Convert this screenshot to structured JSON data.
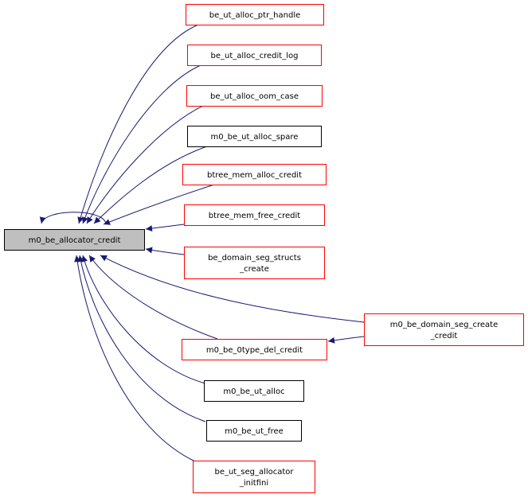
{
  "diagram": {
    "type": "call-graph",
    "edge_color": "#191970",
    "colors": {
      "focus_fill": "#bfbfbf",
      "focus_border": "#000000",
      "normal_border": "#000000",
      "highlight_border": "#ff0000",
      "node_fill": "#ffffff"
    },
    "focus_node": "m0_be_allocator_credit",
    "nodes": [
      {
        "id": "m0_be_allocator_credit",
        "lines": [
          "m0_be_allocator_credit"
        ],
        "style": "focus"
      },
      {
        "id": "be_ut_alloc_ptr_handle",
        "lines": [
          "be_ut_alloc_ptr_handle"
        ],
        "style": "highlight"
      },
      {
        "id": "be_ut_alloc_credit_log",
        "lines": [
          "be_ut_alloc_credit_log"
        ],
        "style": "highlight"
      },
      {
        "id": "be_ut_alloc_oom_case",
        "lines": [
          "be_ut_alloc_oom_case"
        ],
        "style": "highlight"
      },
      {
        "id": "m0_be_ut_alloc_spare",
        "lines": [
          "m0_be_ut_alloc_spare"
        ],
        "style": "normal"
      },
      {
        "id": "btree_mem_alloc_credit",
        "lines": [
          "btree_mem_alloc_credit"
        ],
        "style": "highlight"
      },
      {
        "id": "btree_mem_free_credit",
        "lines": [
          "btree_mem_free_credit"
        ],
        "style": "highlight"
      },
      {
        "id": "be_domain_seg_structs_create",
        "lines": [
          "be_domain_seg_structs",
          "_create"
        ],
        "style": "highlight"
      },
      {
        "id": "m0_be_domain_seg_create_credit",
        "lines": [
          "m0_be_domain_seg_create",
          "_credit"
        ],
        "style": "highlight"
      },
      {
        "id": "m0_be_0type_del_credit",
        "lines": [
          "m0_be_0type_del_credit"
        ],
        "style": "highlight"
      },
      {
        "id": "m0_be_ut_alloc",
        "lines": [
          "m0_be_ut_alloc"
        ],
        "style": "normal"
      },
      {
        "id": "m0_be_ut_free",
        "lines": [
          "m0_be_ut_free"
        ],
        "style": "normal"
      },
      {
        "id": "be_ut_seg_allocator_initfini",
        "lines": [
          "be_ut_seg_allocator",
          "_initfini"
        ],
        "style": "highlight"
      }
    ],
    "edges": [
      {
        "from": "m0_be_allocator_credit",
        "to": "m0_be_allocator_credit"
      },
      {
        "from": "be_ut_alloc_ptr_handle",
        "to": "m0_be_allocator_credit"
      },
      {
        "from": "be_ut_alloc_credit_log",
        "to": "m0_be_allocator_credit"
      },
      {
        "from": "be_ut_alloc_oom_case",
        "to": "m0_be_allocator_credit"
      },
      {
        "from": "m0_be_ut_alloc_spare",
        "to": "m0_be_allocator_credit"
      },
      {
        "from": "btree_mem_alloc_credit",
        "to": "m0_be_allocator_credit"
      },
      {
        "from": "btree_mem_free_credit",
        "to": "m0_be_allocator_credit"
      },
      {
        "from": "be_domain_seg_structs_create",
        "to": "m0_be_allocator_credit"
      },
      {
        "from": "m0_be_domain_seg_create_credit",
        "to": "m0_be_allocator_credit"
      },
      {
        "from": "m0_be_0type_del_credit",
        "to": "m0_be_allocator_credit"
      },
      {
        "from": "m0_be_domain_seg_create_credit",
        "to": "m0_be_0type_del_credit"
      },
      {
        "from": "m0_be_ut_alloc",
        "to": "m0_be_allocator_credit"
      },
      {
        "from": "m0_be_ut_free",
        "to": "m0_be_allocator_credit"
      },
      {
        "from": "be_ut_seg_allocator_initfini",
        "to": "m0_be_allocator_credit"
      }
    ]
  }
}
